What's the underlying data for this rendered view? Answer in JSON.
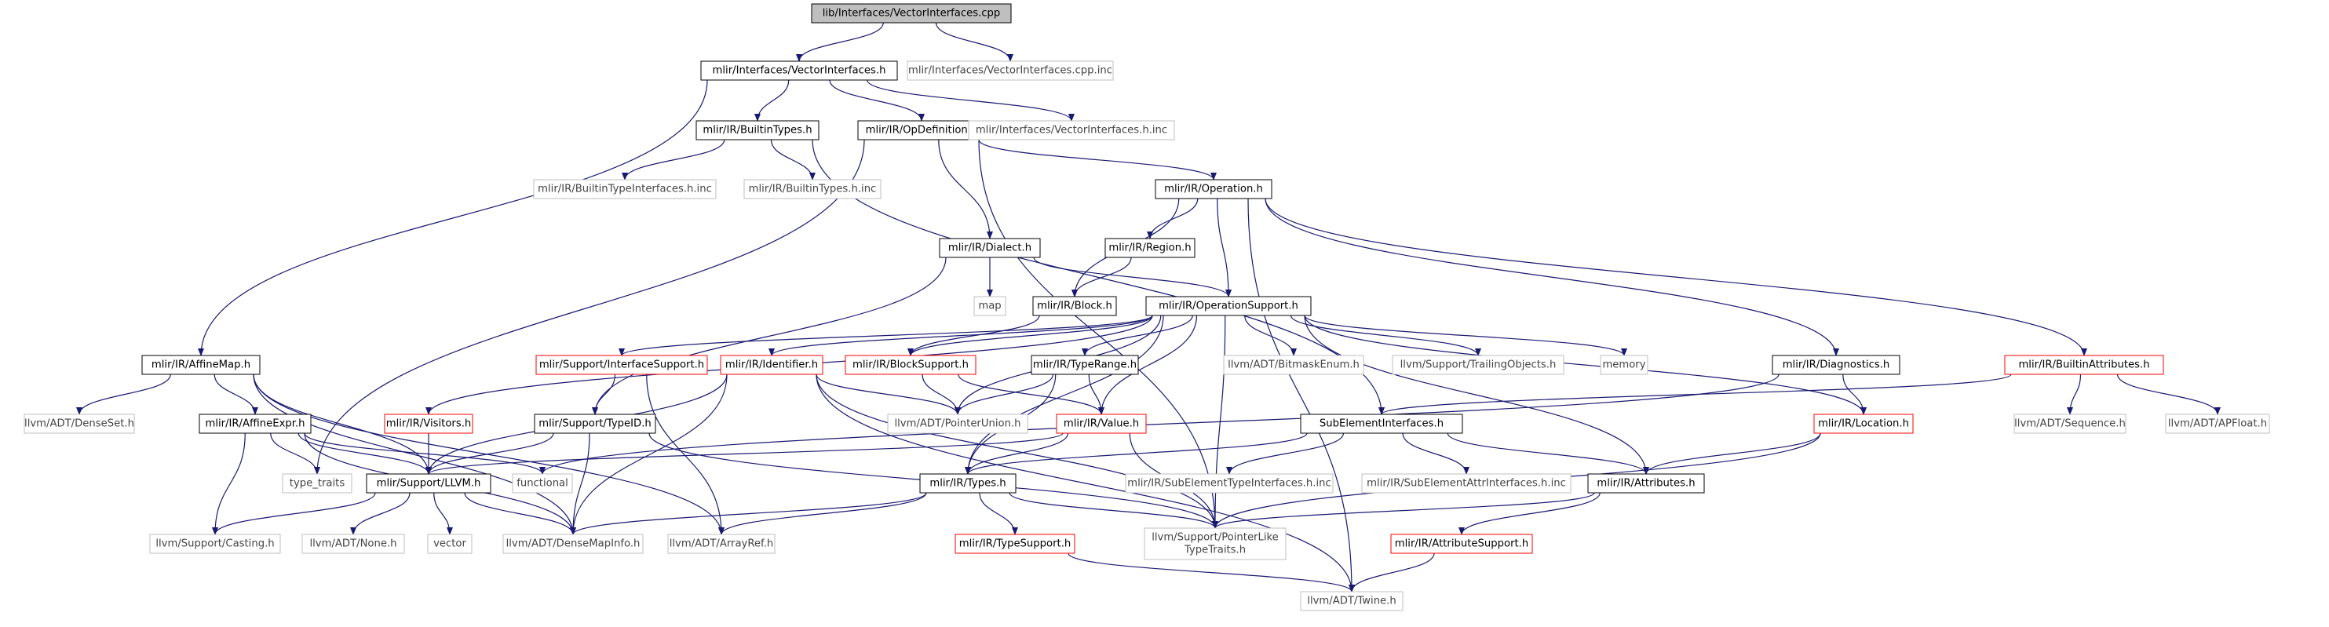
{
  "title": "lib/Interfaces/VectorInterfaces.cpp",
  "colors": {
    "edge": "#191970",
    "border_documented": "#000000",
    "border_external": "#bfbfbf",
    "border_truncated": "#ff0000",
    "fill_root": "#bfbfbf",
    "fill_default": "#ffffff",
    "text_default": "#000000",
    "text_external": "#444444"
  },
  "nodes": {
    "root": {
      "label": "lib/Interfaces/VectorInterfaces.cpp",
      "kind": "root"
    },
    "vi_h": {
      "label": "mlir/Interfaces/VectorInterfaces.h",
      "kind": "documented"
    },
    "vi_cpp_inc": {
      "label": "mlir/Interfaces/VectorInterfaces.cpp.inc",
      "kind": "external"
    },
    "builtintypes_h": {
      "label": "mlir/IR/BuiltinTypes.h",
      "kind": "documented"
    },
    "opdef_h": {
      "label": "mlir/IR/OpDefinition.h",
      "kind": "documented"
    },
    "vi_h_inc": {
      "label": "mlir/Interfaces/VectorInterfaces.h.inc",
      "kind": "external"
    },
    "bti_h_inc": {
      "label": "mlir/IR/BuiltinTypeInterfaces.h.inc",
      "kind": "external"
    },
    "bt_h_inc": {
      "label": "mlir/IR/BuiltinTypes.h.inc",
      "kind": "external"
    },
    "operation_h": {
      "label": "mlir/IR/Operation.h",
      "kind": "documented"
    },
    "dialect_h": {
      "label": "mlir/IR/Dialect.h",
      "kind": "documented"
    },
    "region_h": {
      "label": "mlir/IR/Region.h",
      "kind": "documented"
    },
    "map": {
      "label": "map",
      "kind": "external"
    },
    "block_h": {
      "label": "mlir/IR/Block.h",
      "kind": "documented"
    },
    "opsupport_h": {
      "label": "mlir/IR/OperationSupport.h",
      "kind": "documented"
    },
    "affinemap_h": {
      "label": "mlir/IR/AffineMap.h",
      "kind": "documented"
    },
    "ifsupport_h": {
      "label": "mlir/Support/InterfaceSupport.h",
      "kind": "truncated"
    },
    "identifier_h": {
      "label": "mlir/IR/Identifier.h",
      "kind": "truncated"
    },
    "blocksupport_h": {
      "label": "mlir/IR/BlockSupport.h",
      "kind": "truncated"
    },
    "typerange_h": {
      "label": "mlir/IR/TypeRange.h",
      "kind": "documented"
    },
    "bitmaskenum_h": {
      "label": "llvm/ADT/BitmaskEnum.h",
      "kind": "external"
    },
    "trailing_h": {
      "label": "llvm/Support/TrailingObjects.h",
      "kind": "external"
    },
    "memory": {
      "label": "memory",
      "kind": "external"
    },
    "diagnostics_h": {
      "label": "mlir/IR/Diagnostics.h",
      "kind": "documented"
    },
    "builtinattrs_h": {
      "label": "mlir/IR/BuiltinAttributes.h",
      "kind": "truncated"
    },
    "denseset_h": {
      "label": "llvm/ADT/DenseSet.h",
      "kind": "external"
    },
    "affineexpr_h": {
      "label": "mlir/IR/AffineExpr.h",
      "kind": "documented"
    },
    "visitors_h": {
      "label": "mlir/IR/Visitors.h",
      "kind": "truncated"
    },
    "typeid_h": {
      "label": "mlir/Support/TypeID.h",
      "kind": "documented"
    },
    "pointerunion_h": {
      "label": "llvm/ADT/PointerUnion.h",
      "kind": "external"
    },
    "value_h": {
      "label": "mlir/IR/Value.h",
      "kind": "truncated"
    },
    "subelem_h": {
      "label": "SubElementInterfaces.h",
      "kind": "documented"
    },
    "location_h": {
      "label": "mlir/IR/Location.h",
      "kind": "truncated"
    },
    "sequence_h": {
      "label": "llvm/ADT/Sequence.h",
      "kind": "external"
    },
    "apfloat_h": {
      "label": "llvm/ADT/APFloat.h",
      "kind": "external"
    },
    "type_traits": {
      "label": "type_traits",
      "kind": "external"
    },
    "llvm_h": {
      "label": "mlir/Support/LLVM.h",
      "kind": "documented"
    },
    "functional": {
      "label": "functional",
      "kind": "external"
    },
    "types_h": {
      "label": "mlir/IR/Types.h",
      "kind": "documented"
    },
    "setypei_inc": {
      "label": "mlir/IR/SubElementTypeInterfaces.h.inc",
      "kind": "external"
    },
    "seattri_inc": {
      "label": "mlir/IR/SubElementAttrInterfaces.h.inc",
      "kind": "external"
    },
    "attributes_h": {
      "label": "mlir/IR/Attributes.h",
      "kind": "documented"
    },
    "casting_h": {
      "label": "llvm/Support/Casting.h",
      "kind": "external"
    },
    "none_h": {
      "label": "llvm/ADT/None.h",
      "kind": "external"
    },
    "vector": {
      "label": "vector",
      "kind": "external"
    },
    "densemapinfo_h": {
      "label": "llvm/ADT/DenseMapInfo.h",
      "kind": "external"
    },
    "arrayref_h": {
      "label": "llvm/ADT/ArrayRef.h",
      "kind": "external"
    },
    "typesupport_h": {
      "label": "mlir/IR/TypeSupport.h",
      "kind": "truncated"
    },
    "ptrliketraits_h": {
      "label": "llvm/Support/PointerLike TypeTraits.h",
      "lines": [
        "llvm/Support/PointerLike",
        "TypeTraits.h"
      ],
      "kind": "external"
    },
    "attrsupport_h": {
      "label": "mlir/IR/AttributeSupport.h",
      "kind": "truncated"
    },
    "twine_h": {
      "label": "llvm/ADT/Twine.h",
      "kind": "external"
    }
  },
  "edges": [
    [
      "root",
      "vi_h"
    ],
    [
      "root",
      "vi_cpp_inc"
    ],
    [
      "vi_h",
      "builtintypes_h"
    ],
    [
      "vi_h",
      "opdef_h"
    ],
    [
      "vi_h",
      "vi_h_inc"
    ],
    [
      "vi_h",
      "affinemap_h"
    ],
    [
      "builtintypes_h",
      "bti_h_inc"
    ],
    [
      "builtintypes_h",
      "bt_h_inc"
    ],
    [
      "builtintypes_h",
      "subelem_h"
    ],
    [
      "opdef_h",
      "operation_h"
    ],
    [
      "opdef_h",
      "dialect_h"
    ],
    [
      "opdef_h",
      "type_traits"
    ],
    [
      "opdef_h",
      "ptrliketraits_h"
    ],
    [
      "operation_h",
      "region_h"
    ],
    [
      "operation_h",
      "block_h"
    ],
    [
      "operation_h",
      "opsupport_h"
    ],
    [
      "operation_h",
      "diagnostics_h"
    ],
    [
      "operation_h",
      "builtinattrs_h"
    ],
    [
      "operation_h",
      "twine_h"
    ],
    [
      "region_h",
      "block_h"
    ],
    [
      "dialect_h",
      "map"
    ],
    [
      "dialect_h",
      "opsupport_h"
    ],
    [
      "dialect_h",
      "typeid_h"
    ],
    [
      "block_h",
      "blocksupport_h"
    ],
    [
      "opsupport_h",
      "ifsupport_h"
    ],
    [
      "opsupport_h",
      "identifier_h"
    ],
    [
      "opsupport_h",
      "blocksupport_h"
    ],
    [
      "opsupport_h",
      "typerange_h"
    ],
    [
      "opsupport_h",
      "bitmaskenum_h"
    ],
    [
      "opsupport_h",
      "trailing_h"
    ],
    [
      "opsupport_h",
      "memory"
    ],
    [
      "opsupport_h",
      "location_h"
    ],
    [
      "opsupport_h",
      "visitors_h"
    ],
    [
      "opsupport_h",
      "pointerunion_h"
    ],
    [
      "opsupport_h",
      "value_h"
    ],
    [
      "opsupport_h",
      "types_h"
    ],
    [
      "opsupport_h",
      "attributes_h"
    ],
    [
      "opsupport_h",
      "ptrliketraits_h"
    ],
    [
      "ifsupport_h",
      "typeid_h"
    ],
    [
      "ifsupport_h",
      "arrayref_h"
    ],
    [
      "identifier_h",
      "llvm_h"
    ],
    [
      "identifier_h",
      "pointerunion_h"
    ],
    [
      "identifier_h",
      "densemapinfo_h"
    ],
    [
      "identifier_h",
      "ptrliketraits_h"
    ],
    [
      "identifier_h",
      "twine_h"
    ],
    [
      "blocksupport_h",
      "pointerunion_h"
    ],
    [
      "blocksupport_h",
      "value_h"
    ],
    [
      "typerange_h",
      "pointerunion_h"
    ],
    [
      "typerange_h",
      "value_h"
    ],
    [
      "typerange_h",
      "types_h"
    ],
    [
      "diagnostics_h",
      "location_h"
    ],
    [
      "diagnostics_h",
      "functional"
    ],
    [
      "builtinattrs_h",
      "subelem_h"
    ],
    [
      "builtinattrs_h",
      "sequence_h"
    ],
    [
      "builtinattrs_h",
      "apfloat_h"
    ],
    [
      "affinemap_h",
      "denseset_h"
    ],
    [
      "affinemap_h",
      "affineexpr_h"
    ],
    [
      "affinemap_h",
      "llvm_h"
    ],
    [
      "affinemap_h",
      "densemapinfo_h"
    ],
    [
      "affinemap_h",
      "arrayref_h"
    ],
    [
      "affineexpr_h",
      "type_traits"
    ],
    [
      "affineexpr_h",
      "llvm_h"
    ],
    [
      "affineexpr_h",
      "functional"
    ],
    [
      "affineexpr_h",
      "casting_h"
    ],
    [
      "affineexpr_h",
      "densemapinfo_h"
    ],
    [
      "visitors_h",
      "llvm_h"
    ],
    [
      "typeid_h",
      "llvm_h"
    ],
    [
      "typeid_h",
      "densemapinfo_h"
    ],
    [
      "typeid_h",
      "ptrliketraits_h"
    ],
    [
      "value_h",
      "types_h"
    ],
    [
      "value_h",
      "llvm_h"
    ],
    [
      "value_h",
      "ptrliketraits_h"
    ],
    [
      "subelem_h",
      "types_h"
    ],
    [
      "subelem_h",
      "setypei_inc"
    ],
    [
      "subelem_h",
      "seattri_inc"
    ],
    [
      "subelem_h",
      "attributes_h"
    ],
    [
      "location_h",
      "attributes_h"
    ],
    [
      "location_h",
      "ptrliketraits_h"
    ],
    [
      "llvm_h",
      "casting_h"
    ],
    [
      "llvm_h",
      "none_h"
    ],
    [
      "llvm_h",
      "vector"
    ],
    [
      "llvm_h",
      "densemapinfo_h"
    ],
    [
      "types_h",
      "typesupport_h"
    ],
    [
      "types_h",
      "densemapinfo_h"
    ],
    [
      "types_h",
      "arrayref_h"
    ],
    [
      "types_h",
      "ptrliketraits_h"
    ],
    [
      "attributes_h",
      "attrsupport_h"
    ],
    [
      "attributes_h",
      "ptrliketraits_h"
    ],
    [
      "typesupport_h",
      "twine_h"
    ],
    [
      "attrsupport_h",
      "twine_h"
    ]
  ]
}
